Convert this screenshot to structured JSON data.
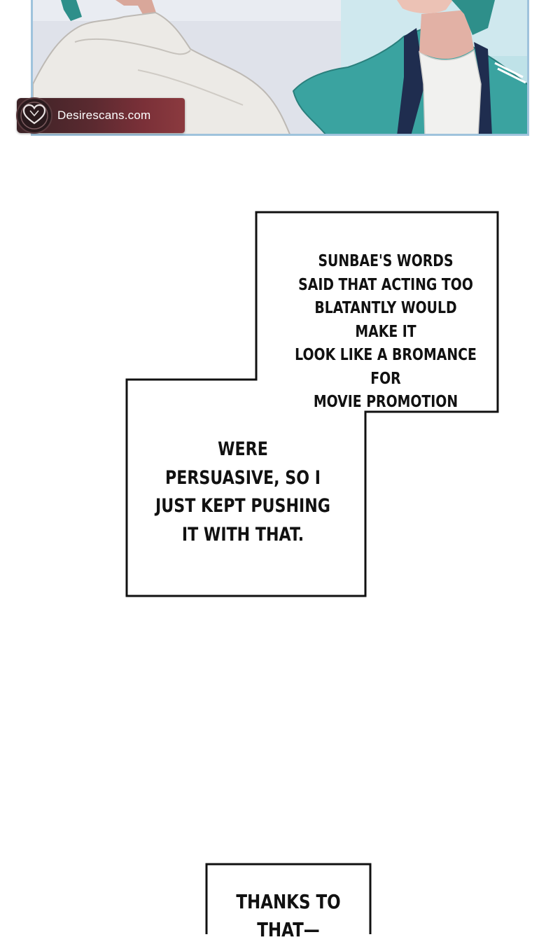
{
  "watermark": {
    "icon": "heart-emblem-icon",
    "text": "Desirescans.com"
  },
  "captions": [
    {
      "lines": [
        "SUNBAE'S WORDS",
        "SAID THAT ACTING TOO",
        "BLATANTLY WOULD MAKE IT",
        "LOOK LIKE A BROMANCE FOR",
        "MOVIE PROMOTION"
      ]
    },
    {
      "lines": [
        "WERE",
        "PERSUASIVE, SO I",
        "JUST KEPT PUSHING",
        "IT WITH THAT."
      ]
    },
    {
      "lines": [
        "THANKS TO",
        "THAT—"
      ]
    }
  ],
  "colors": {
    "panel_border": "#9fc3dc",
    "caption_border": "#111111",
    "watermark_bg": "#5b2a30",
    "jacket_teal": "#3aa3a0",
    "jacket_navy": "#1f2d4f",
    "hair_teal": "#2e8f8a"
  }
}
